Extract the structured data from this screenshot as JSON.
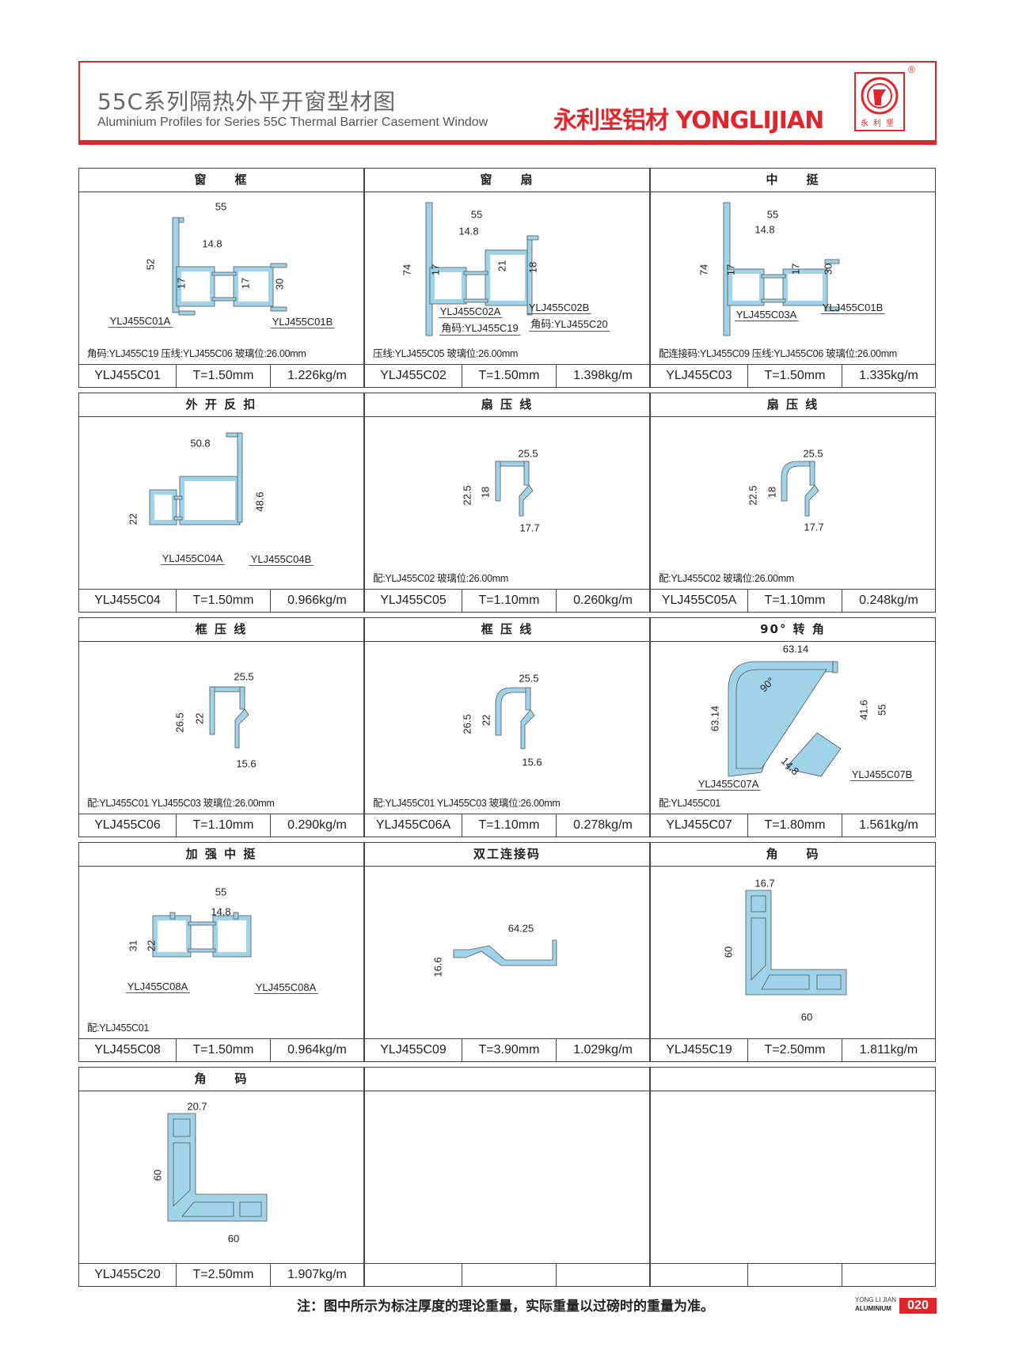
{
  "header": {
    "title_cn": "55C系列隔热外平开窗型材图",
    "title_en": "Aluminium Profiles for Series 55C Thermal Barrier Casement Window",
    "brand": "永利坚铝材 YONGLIJIAN",
    "logo_text": "永利坚",
    "registered": "®",
    "accent_color": "#e0262b"
  },
  "profile_color": "#9fd3ea",
  "cells": [
    {
      "title": "窗　　框",
      "dims": [
        "55",
        "14.8",
        "52",
        "17",
        "17",
        "30"
      ],
      "parts": [
        "YLJ455C01A",
        "YLJ455C01B"
      ],
      "note": "角码:YLJ455C19  压线:YLJ455C06  玻璃位:26.00mm",
      "code": "YLJ455C01",
      "thickness": "T=1.50mm",
      "weight": "1.226kg/m"
    },
    {
      "title": "窗　　扇",
      "dims": [
        "55",
        "14.8",
        "74",
        "17",
        "21",
        "18"
      ],
      "parts": [
        "YLJ455C02A",
        "角码:YLJ455C19",
        "YLJ455C02B",
        "角码:YLJ455C20"
      ],
      "note": "压线:YLJ455C05   玻璃位:26.00mm",
      "code": "YLJ455C02",
      "thickness": "T=1.50mm",
      "weight": "1.398kg/m"
    },
    {
      "title": "中　　挺",
      "dims": [
        "55",
        "14.8",
        "74",
        "17",
        "17",
        "30"
      ],
      "parts": [
        "YLJ455C03A",
        "YLJ455C01B"
      ],
      "note": "配连接码:YLJ455C09  压线:YLJ455C06  玻璃位:26.00mm",
      "code": "YLJ455C03",
      "thickness": "T=1.50mm",
      "weight": "1.335kg/m"
    },
    {
      "title": "外 开 反 扣",
      "dims": [
        "50.8",
        "22",
        "48.6"
      ],
      "parts": [
        "YLJ455C04A",
        "YLJ455C04B"
      ],
      "note": "",
      "code": "YLJ455C04",
      "thickness": "T=1.50mm",
      "weight": "0.966kg/m"
    },
    {
      "title": "扇 压 线",
      "dims": [
        "25.5",
        "22.5",
        "18",
        "17.7"
      ],
      "parts": [],
      "note": "配:YLJ455C02   玻璃位:26.00mm",
      "code": "YLJ455C05",
      "thickness": "T=1.10mm",
      "weight": "0.260kg/m"
    },
    {
      "title": "扇 压 线",
      "dims": [
        "25.5",
        "22.5",
        "18",
        "17.7"
      ],
      "parts": [],
      "note": "配:YLJ455C02    玻璃位:26.00mm",
      "code": "YLJ455C05A",
      "thickness": "T=1.10mm",
      "weight": "0.248kg/m"
    },
    {
      "title": "框 压 线",
      "dims": [
        "25.5",
        "26.5",
        "22",
        "15.6"
      ],
      "parts": [],
      "note": "配:YLJ455C01  YLJ455C03  玻璃位:26.00mm",
      "code": "YLJ455C06",
      "thickness": "T=1.10mm",
      "weight": "0.290kg/m"
    },
    {
      "title": "框 压 线",
      "dims": [
        "25.5",
        "26.5",
        "22",
        "15.6"
      ],
      "parts": [],
      "note": "配:YLJ455C01  YLJ455C03  玻璃位:26.00mm",
      "code": "YLJ455C06A",
      "thickness": "T=1.10mm",
      "weight": "0.278kg/m"
    },
    {
      "title": "90° 转 角",
      "dims": [
        "63.14",
        "90°",
        "63.14",
        "41.6",
        "55",
        "14.8"
      ],
      "parts": [
        "YLJ455C07A",
        "YLJ455C07B"
      ],
      "note": "配:YLJ455C01",
      "code": "YLJ455C07",
      "thickness": "T=1.80mm",
      "weight": "1.561kg/m"
    },
    {
      "title": "加 强 中 挺",
      "dims": [
        "55",
        "14.8",
        "31",
        "22"
      ],
      "parts": [
        "YLJ455C08A",
        "YLJ455C08A"
      ],
      "note": "配:YLJ455C01",
      "code": "YLJ455C08",
      "thickness": "T=1.50mm",
      "weight": "0.964kg/m"
    },
    {
      "title": "双工连接码",
      "dims": [
        "64.25",
        "16.6"
      ],
      "parts": [],
      "note": "",
      "code": "YLJ455C09",
      "thickness": "T=3.90mm",
      "weight": "1.029kg/m"
    },
    {
      "title": "角　　码",
      "dims": [
        "16.7",
        "60",
        "60"
      ],
      "parts": [],
      "note": "",
      "code": "YLJ455C19",
      "thickness": "T=2.50mm",
      "weight": "1.811kg/m"
    },
    {
      "title": "角　　码",
      "dims": [
        "20.7",
        "60",
        "60"
      ],
      "parts": [],
      "note": "",
      "code": "YLJ455C20",
      "thickness": "T=2.50mm",
      "weight": "1.907kg/m"
    },
    {
      "title": "",
      "dims": [],
      "parts": [],
      "note": "",
      "code": "",
      "thickness": "",
      "weight": ""
    },
    {
      "title": "",
      "dims": [],
      "parts": [],
      "note": "",
      "code": "",
      "thickness": "",
      "weight": ""
    }
  ],
  "footer": {
    "note": "注：图中所示为标注厚度的理论重量，实际重量以过磅时的重量为准。",
    "brand_line1": "YONG LI JIAN",
    "brand_line2": "ALUMINIUM",
    "page_number": "020"
  }
}
